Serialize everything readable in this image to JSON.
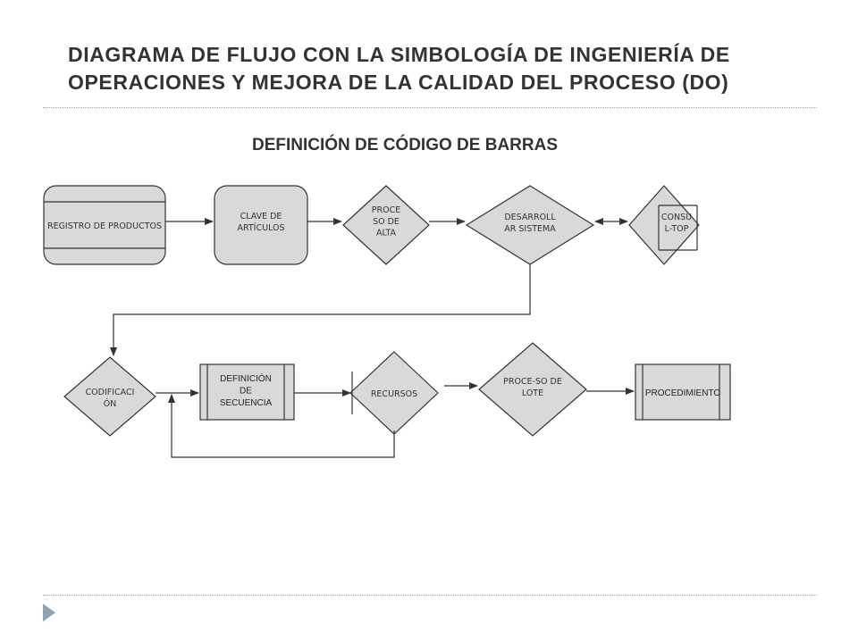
{
  "slide": {
    "title": "DIAGRAMA DE FLUJO CON LA SIMBOLOGÍA DE INGENIERÍA DE OPERACIONES Y MEJORA DE LA CALIDAD DEL PROCESO (DO)"
  },
  "diagram": {
    "title": "DEFINICIÓN DE CÓDIGO DE BARRAS",
    "nodes": {
      "registro": {
        "lines": [
          "REGISTRO DE PRODUCTOS"
        ]
      },
      "clave": {
        "lines": [
          "CLAVE DE",
          "ARTÍCULOS"
        ]
      },
      "proce_alta": {
        "lines": [
          "PROCE",
          "SO DE",
          "ALTA"
        ]
      },
      "desarrollar": {
        "lines": [
          "DESARROLL",
          "AR SISTEMA"
        ]
      },
      "consul": {
        "lines": [
          "CONSU",
          "L-TOP"
        ]
      },
      "codificacion": {
        "lines": [
          "CODIFICACI",
          "ÓN"
        ]
      },
      "definicion": {
        "lines": [
          "DEFINICIÓN",
          "DE",
          "SECUENCIA"
        ]
      },
      "recursos": {
        "lines": [
          "RECURSOS"
        ]
      },
      "proce_lote": {
        "lines": [
          "PROCE-SO DE",
          "LOTE"
        ]
      },
      "procedimiento": {
        "lines": [
          "PROCEDIMIENTO"
        ]
      }
    }
  },
  "colors": {
    "shape_fill": "#d9d9d9",
    "stroke": "#333333",
    "text": "#333333",
    "divider": "#9aaab8",
    "marker": "#8fa2b4"
  }
}
